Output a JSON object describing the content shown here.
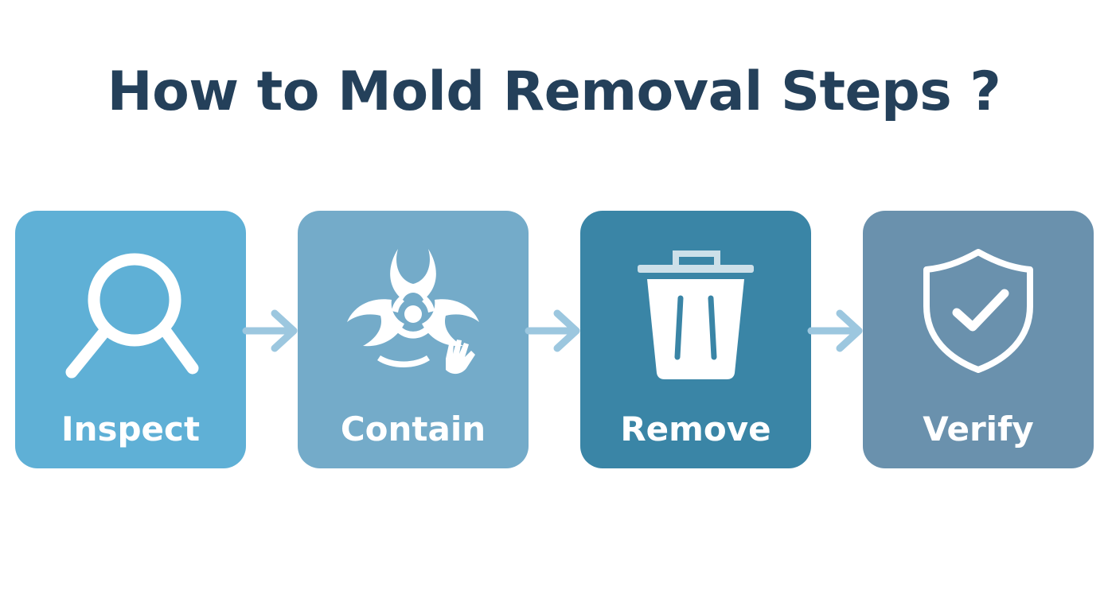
{
  "title": "How to Mold Removal Steps ?",
  "steps": [
    {
      "label": "Inspect",
      "icon": "magnifier-icon",
      "color": "#5fb0d6"
    },
    {
      "label": "Contain",
      "icon": "biohazard-icon",
      "color": "#74abc9"
    },
    {
      "label": "Remove",
      "icon": "trash-can-icon",
      "color": "#3a85a6"
    },
    {
      "label": "Verify",
      "icon": "shield-check-icon",
      "color": "#6a91ad"
    }
  ],
  "arrow_color": "#9cc7df"
}
